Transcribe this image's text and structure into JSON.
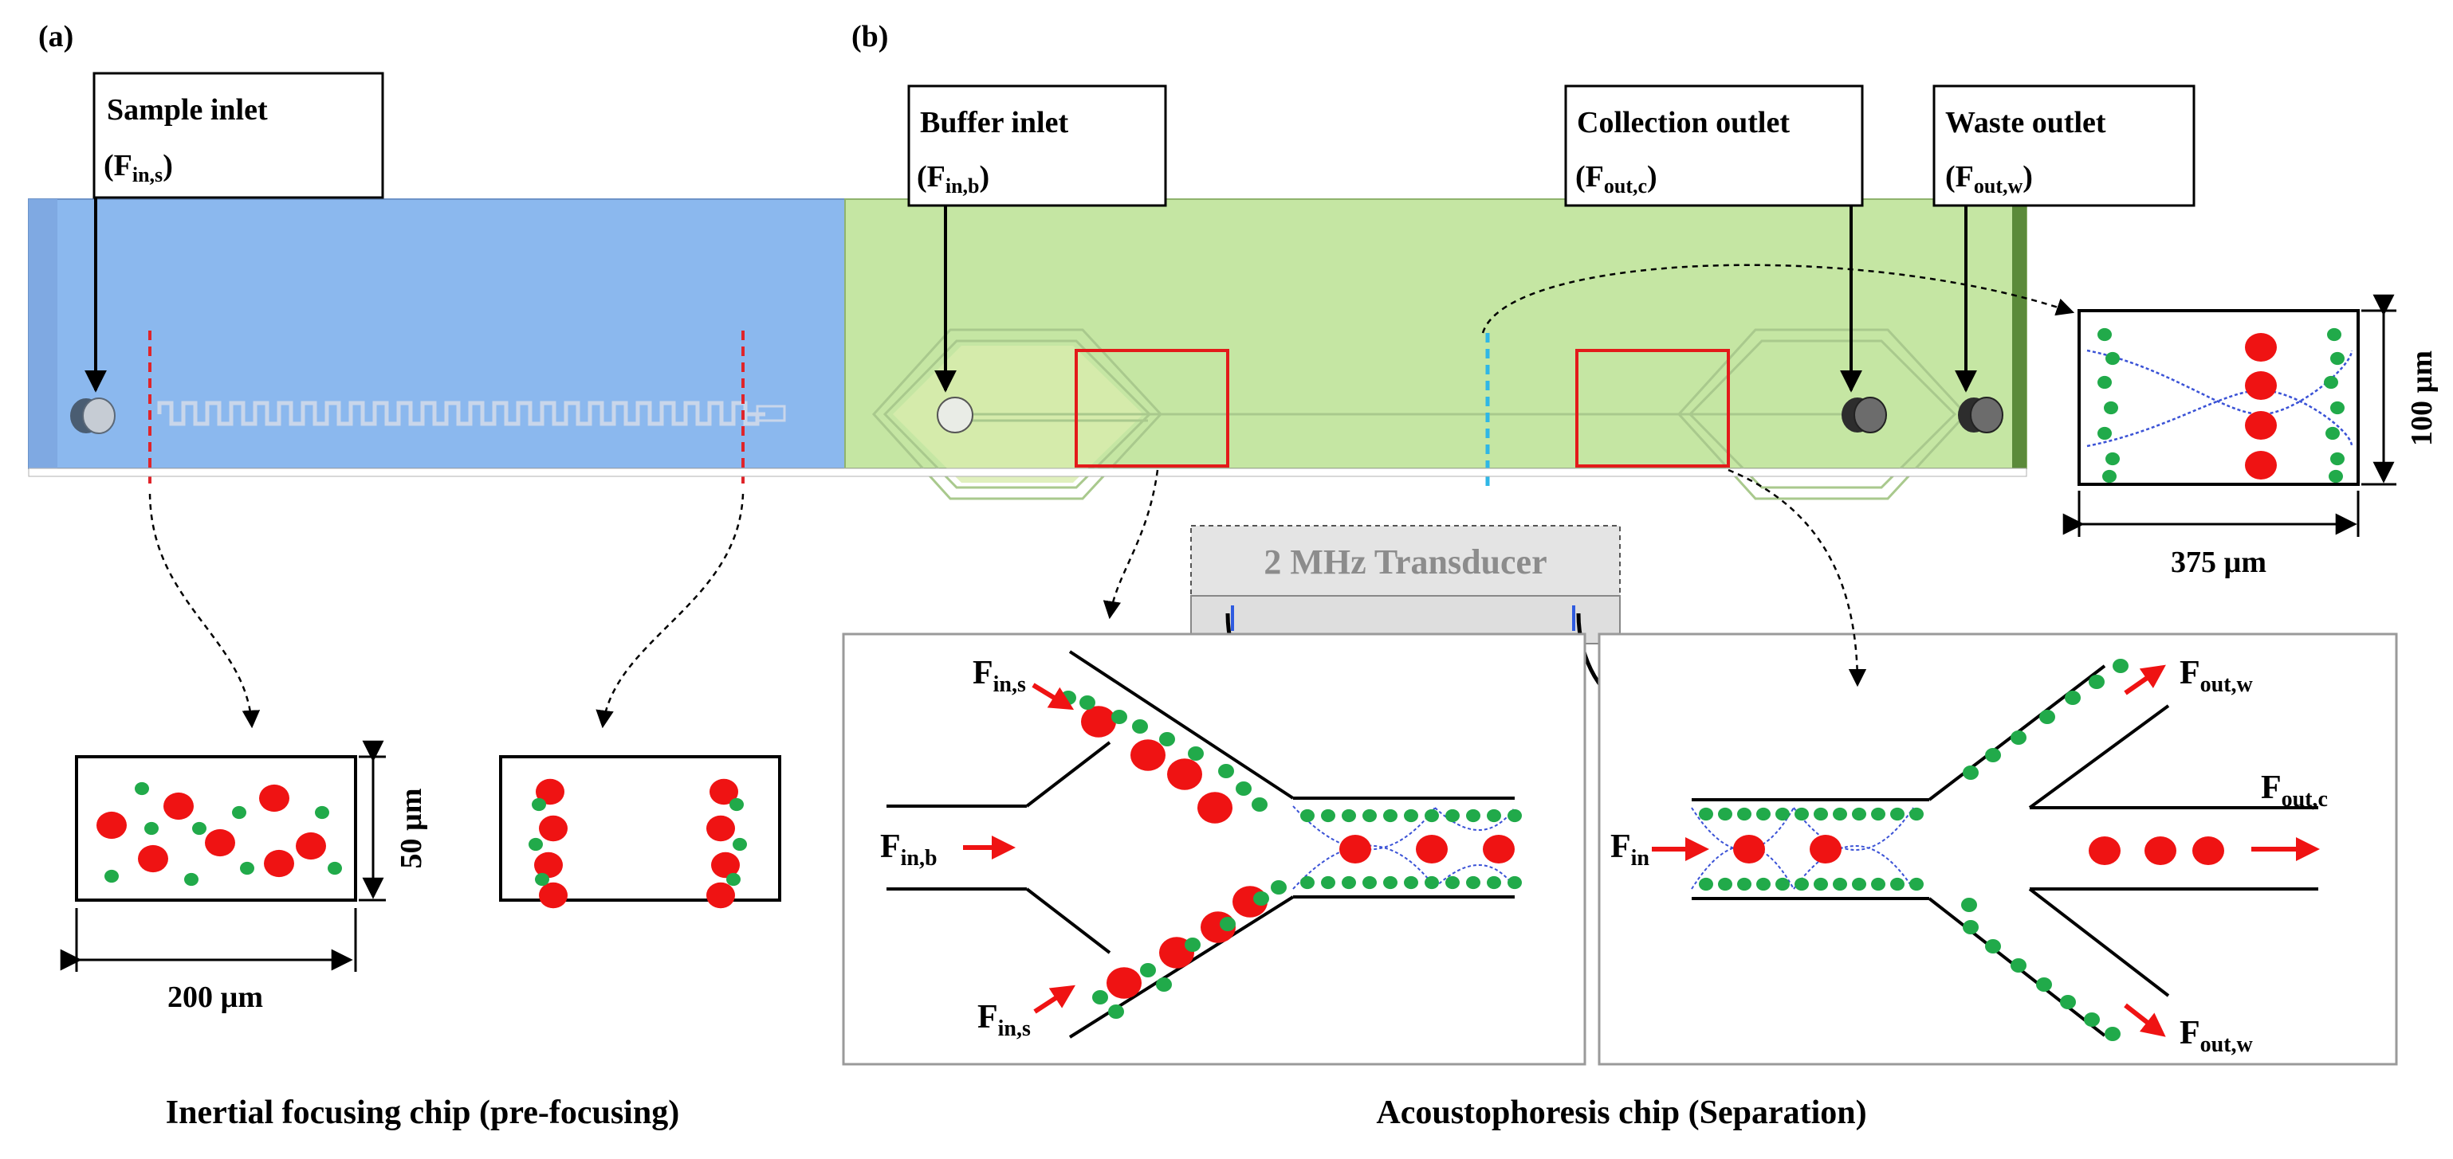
{
  "panels": {
    "a_label": "(a)",
    "b_label": "(b)"
  },
  "callouts": {
    "sample_inlet": {
      "title": "Sample inlet",
      "sym": "F",
      "sub": "in,s"
    },
    "buffer_inlet": {
      "title": "Buffer inlet",
      "sym": "F",
      "sub": "in,b"
    },
    "collection_outlet": {
      "title": "Collection outlet",
      "sym": "F",
      "sub": "out,c"
    },
    "waste_outlet": {
      "title": "Waste outlet",
      "sym": "F",
      "sub": "out,w"
    }
  },
  "transducer": {
    "label": "2 MHz Transducer"
  },
  "dimensions": {
    "inertial_width": "200 µm",
    "inertial_height": "50 µm",
    "acoustic_width": "375 µm",
    "acoustic_height": "100 µm"
  },
  "flows": {
    "in_s": {
      "sym": "F",
      "sub": "in,s"
    },
    "in_b": {
      "sym": "F",
      "sub": "in,b"
    },
    "in": {
      "sym": "F",
      "sub": "in"
    },
    "out_w": {
      "sym": "F",
      "sub": "out,w"
    },
    "out_c": {
      "sym": "F",
      "sub": "out,c"
    }
  },
  "captions": {
    "inertial": "Inertial focusing chip (pre-focusing)",
    "acoustic": "Acoustophoresis chip (Separation)"
  },
  "colors": {
    "chip_blue": "#8bb8ee",
    "chip_green": "#c5e6a3",
    "red_particle": "#ef1313",
    "green_particle": "#21aa4a",
    "node_line": "#3a52d6",
    "highlight_red": "#e31a1a",
    "dash_red": "#e0242a",
    "dash_cyan": "#2fb7e6",
    "transducer_fill": "#e2e2e2",
    "transducer_text": "#8c8c8c"
  }
}
